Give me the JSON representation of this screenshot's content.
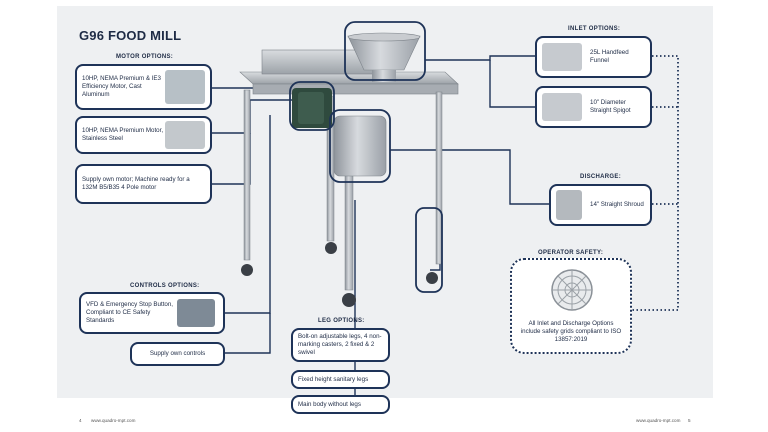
{
  "title": "G96 FOOD MILL",
  "motor": {
    "heading": "MOTOR OPTIONS:",
    "options": [
      "10HP, NEMA Premium & IE3 Efficiency Motor, Cast Aluminum",
      "10HP, NEMA Premium Motor, Stainless Steel",
      "Supply own motor; Machine ready for a 132M B5/B35 4 Pole motor"
    ]
  },
  "controls": {
    "heading": "CONTROLS OPTIONS:",
    "options": [
      "VFD & Emergency Stop Button, Compliant to CE Safety Standards",
      "Supply own controls"
    ]
  },
  "legs": {
    "heading": "LEG OPTIONS:",
    "options": [
      "Bolt-on adjustable legs, 4 non-marking casters, 2 fixed & 2 swivel",
      "Fixed height sanitary legs",
      "Main body without legs"
    ]
  },
  "inlet": {
    "heading": "INLET OPTIONS:",
    "options": [
      "25L Handfeed Funnel",
      "10\" Diameter Straight Spigot"
    ]
  },
  "discharge": {
    "heading": "DISCHARGE:",
    "options": [
      "14\" Straight Shroud"
    ]
  },
  "safety": {
    "heading": "OPERATOR SAFETY:",
    "text": "All Inlet and Discharge Options include safety grids compliant to ISO 13857:2019"
  },
  "footer": {
    "left_page": "4",
    "left_url": "www.quadro-mpt.com",
    "right_url": "www.quadro-mpt.com",
    "right_page": "5"
  },
  "colors": {
    "accent": "#1e3358",
    "panel": "#eef0f2",
    "steel": "#b9bec4"
  }
}
